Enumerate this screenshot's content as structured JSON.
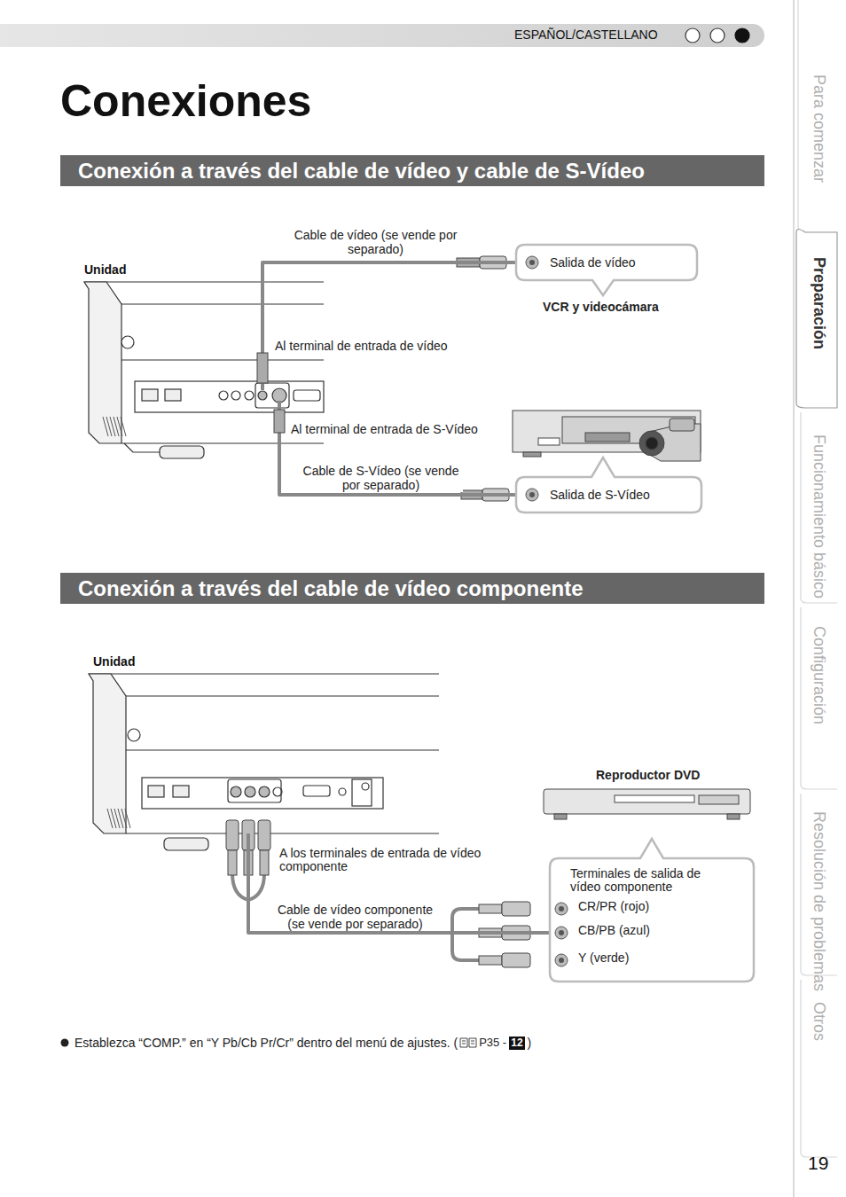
{
  "diagram": {
    "title": "Conexiones",
    "nodes": [
      {
        "text": [
          "Conexión a través del cable de vídeo y cable de S-Vídeo"
        ]
      },
      {
        "text": [
          "Unidad"
        ]
      },
      {
        "text": [
          "Salida de vídeo"
        ]
      },
      {
        "text": [
          "Salida de S-Vídeo"
        ]
      },
      {
        "text": [
          "Conexión a través del cable de vídeo componente"
        ]
      },
      {
        "text": [
          "Unidad"
        ]
      },
      {
        "text": [
          "Terminales de salida de vídeo componente",
          "CR/PR (rojo)",
          "CB/PB (azul)",
          "Y (verde)"
        ]
      },
      {
        "text": [
          "Para comenzar"
        ]
      },
      {
        "text": [
          "Preparación"
        ]
      },
      {
        "text": [
          "Funcionamiento básico"
        ]
      },
      {
        "text": [
          "Configuración"
        ]
      },
      {
        "text": [
          "Resolución de problemas"
        ]
      },
      {
        "text": [
          "Otros"
        ]
      }
    ],
    "edges": [
      {
        "from": 1,
        "to": 2,
        "arrow": "none",
        "label": "Cable de vídeo (se vende por separado)"
      },
      {
        "from": 1,
        "to": 3,
        "arrow": "none",
        "label": "Cable de S-Vídeo (se vende por separado)"
      },
      {
        "from": 5,
        "to": 6,
        "arrow": "none",
        "label": "Cable de vídeo componente (se vende por separado)"
      }
    ],
    "labels": [
      "ESPAÑOL/CASTELLANO",
      "VCR y videocámara",
      "Al terminal de entrada de vídeo",
      "Al terminal de entrada de S-Vídeo",
      "Reproductor DVD",
      "A los terminales de entrada de vídeo componente",
      "Establezca “COMP.” en “Y Pb/Cb Pr/Cr” dentro del menú de ajustes. (",
      "P35 -",
      "12",
      ")",
      "19"
    ]
  }
}
